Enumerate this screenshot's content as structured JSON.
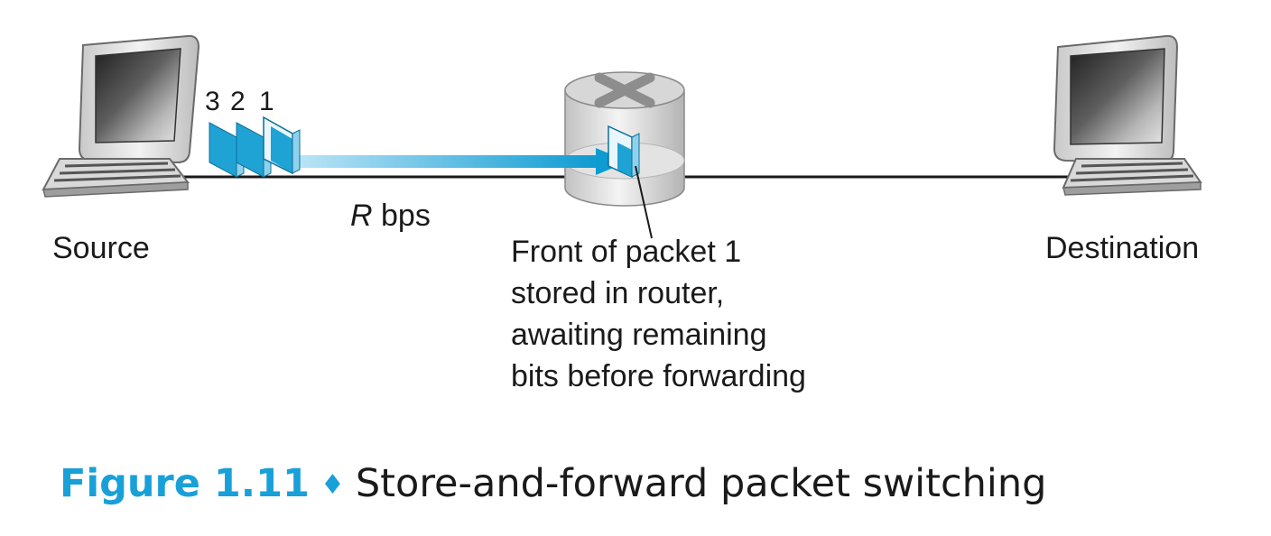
{
  "labels": {
    "source": "Source",
    "destination": "Destination",
    "rate_var": "R",
    "rate_unit": " bps",
    "packet_numbers": [
      "3",
      "2",
      "1"
    ],
    "note_lines": [
      "Front of packet 1",
      "stored in router,",
      "awaiting remaining",
      "bits before forwarding"
    ]
  },
  "caption": {
    "figure": "Figure 1.11",
    "separator": "♦",
    "text": "Store-and-forward packet switching"
  },
  "colors": {
    "accent": "#19a0d8",
    "packet": "#1fa3d5",
    "link": "#1a1a1a"
  }
}
